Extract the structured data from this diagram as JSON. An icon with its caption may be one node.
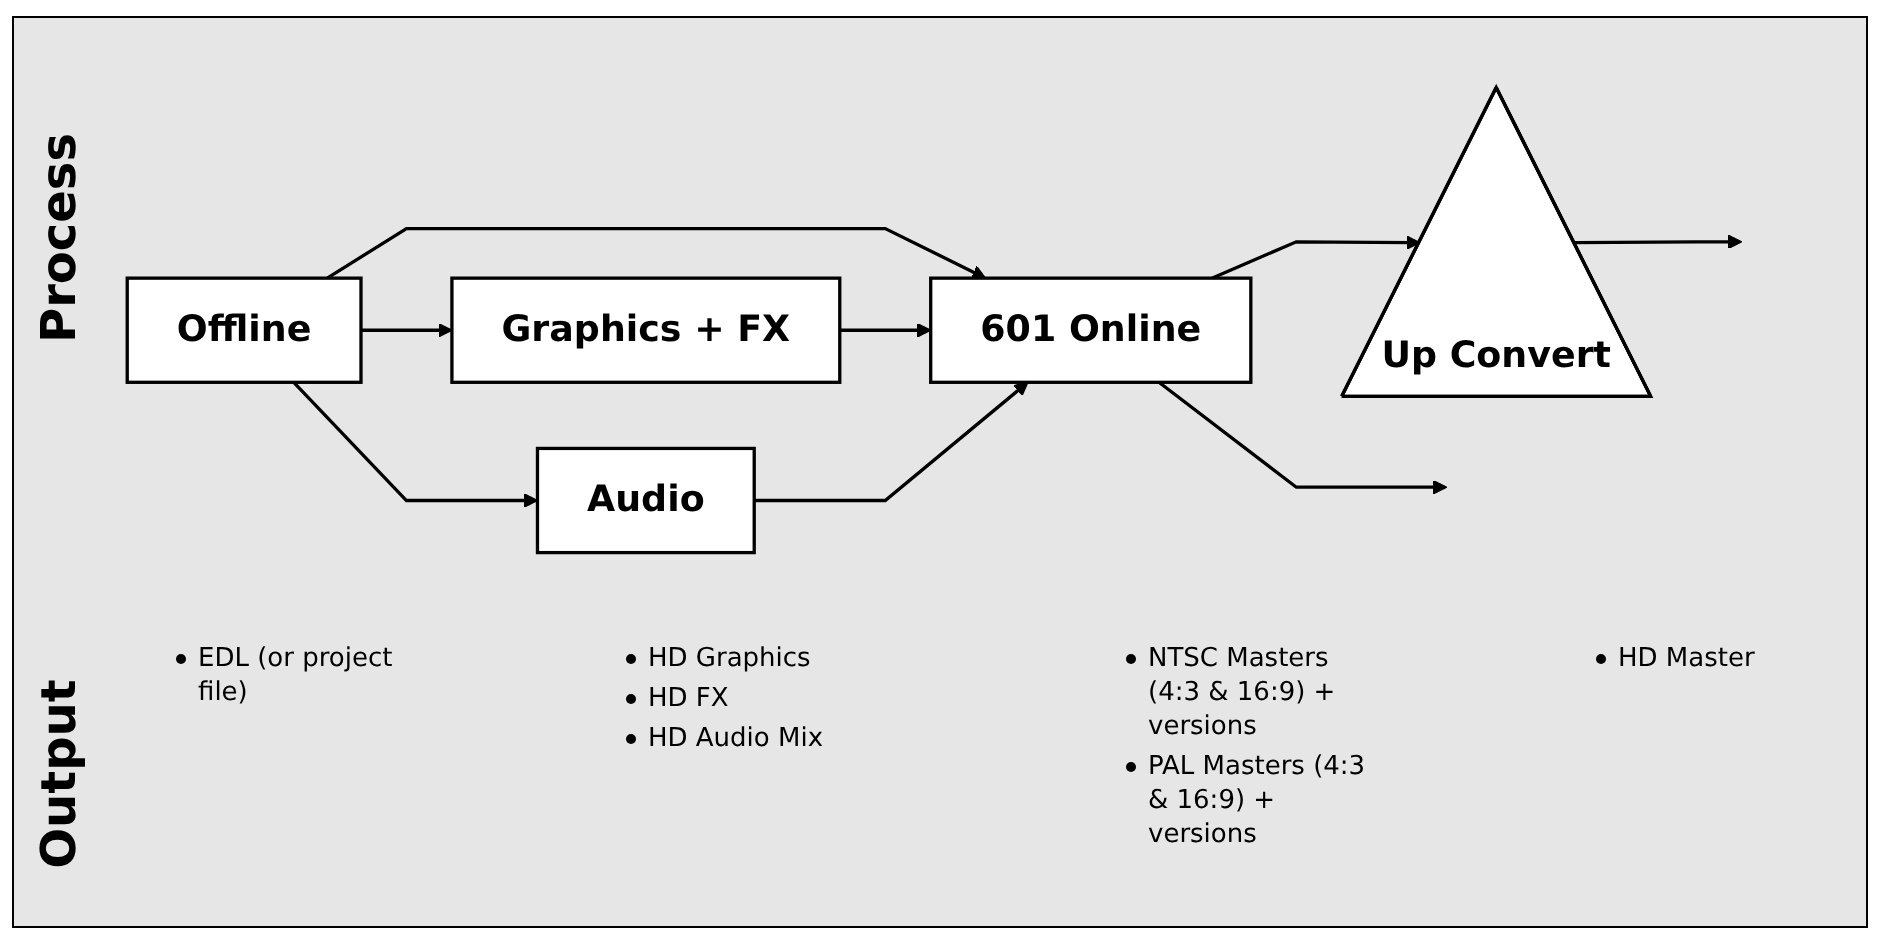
{
  "diagram": {
    "nodes": [
      {
        "text": [
          "Offline"
        ]
      },
      {
        "text": [
          "Graphics + FX"
        ]
      },
      {
        "text": [
          "Audio"
        ]
      },
      {
        "text": [
          "601 Online"
        ]
      },
      {
        "text": [
          "Up Convert"
        ]
      }
    ],
    "edges": [
      {
        "from": 0,
        "to": 1,
        "arrow": "to"
      },
      {
        "from": 0,
        "to": 2,
        "arrow": "to"
      },
      {
        "from": 0,
        "to": 3,
        "arrow": "to"
      },
      {
        "from": 1,
        "to": 3,
        "arrow": "to"
      },
      {
        "from": 2,
        "to": 3,
        "arrow": "to"
      },
      {
        "from": 3,
        "to": 4,
        "arrow": "to"
      },
      {
        "from": 4,
        "to": null,
        "arrow": "to"
      },
      {
        "from": 3,
        "to": null,
        "arrow": "to"
      }
    ],
    "labels": [
      "Process",
      "Output",
      "EDL (or project file)",
      "HD Graphics",
      "HD FX",
      "HD Audio Mix",
      "NTSC Masters (4:3 & 16:9) + versions",
      "PAL Masters (4:3 & 16:9) + versions",
      "HD Master"
    ]
  }
}
